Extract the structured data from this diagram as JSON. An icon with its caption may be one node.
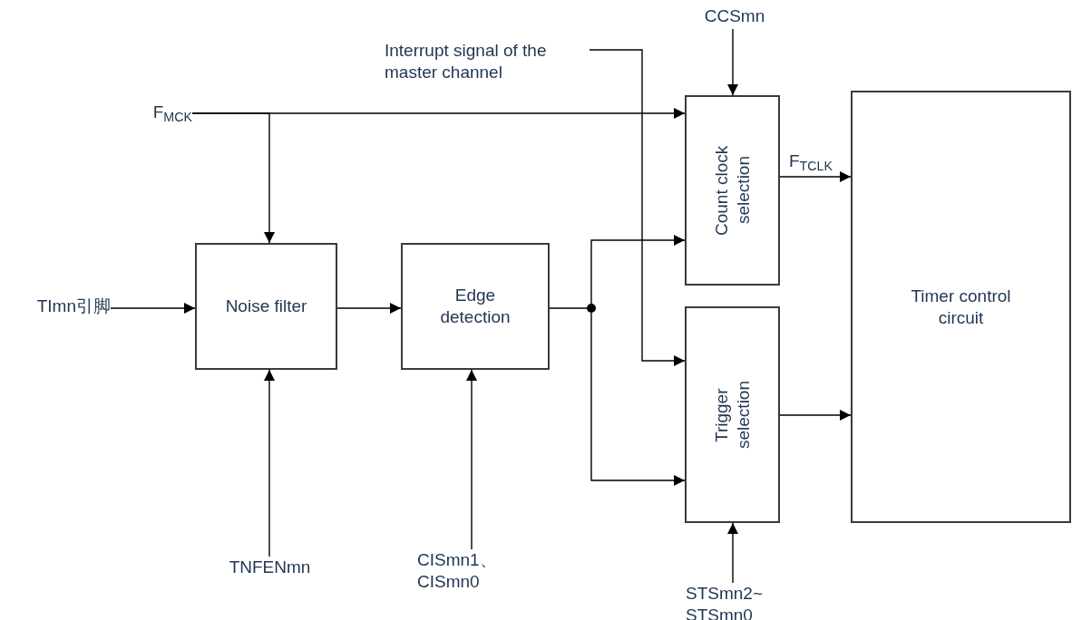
{
  "diagram": {
    "nodes": [
      {
        "text": [
          "F$_{MCK}$"
        ]
      },
      {
        "text": [
          "Interrupt signal of the master channel"
        ]
      },
      {
        "text": [
          "CCSmn"
        ]
      },
      {
        "text": [
          "TImn引脚"
        ]
      },
      {
        "text": [
          "Noise filter"
        ]
      },
      {
        "text": [
          "Edge detection"
        ]
      },
      {
        "text": [],
        "shape": "circle"
      },
      {
        "text": [
          "Count clock selection"
        ]
      },
      {
        "text": [
          "Trigger selection"
        ]
      },
      {
        "text": [
          "Timer control circuit"
        ]
      },
      {
        "text": [
          "TNFENmn"
        ]
      },
      {
        "text": [
          "CISmn1、 CISmn0"
        ]
      },
      {
        "text": [
          "STSmn2~ STSmn0"
        ]
      }
    ],
    "edges": [
      {
        "from": 0,
        "to": 7,
        "arrow": "to"
      },
      {
        "from": 0,
        "to": 4,
        "arrow": "to"
      },
      {
        "from": 1,
        "to": 8,
        "arrow": "to"
      },
      {
        "from": 2,
        "to": 7,
        "arrow": "to"
      },
      {
        "from": 3,
        "to": 4,
        "arrow": "to"
      },
      {
        "from": 4,
        "to": 5,
        "arrow": "to"
      },
      {
        "from": 5,
        "to": 6,
        "arrow": "none"
      },
      {
        "from": 6,
        "to": 7,
        "arrow": "to"
      },
      {
        "from": 6,
        "to": 8,
        "arrow": "to"
      },
      {
        "from": 7,
        "to": 9,
        "arrow": "to",
        "label": "F$_{TCLK}$"
      },
      {
        "from": 8,
        "to": 9,
        "arrow": "to"
      },
      {
        "from": 10,
        "to": 4,
        "arrow": "to"
      },
      {
        "from": 11,
        "to": 5,
        "arrow": "to"
      },
      {
        "from": 12,
        "to": 8,
        "arrow": "to"
      }
    ]
  }
}
